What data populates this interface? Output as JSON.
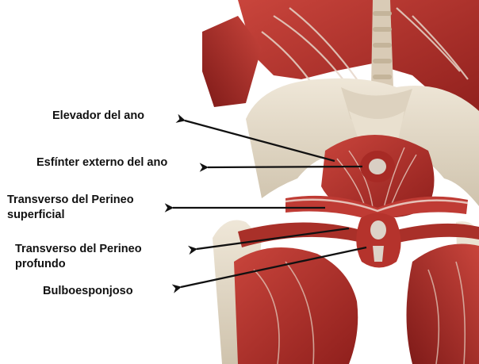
{
  "labels": [
    {
      "text": "Elevador del ano"
    },
    {
      "text": "Esfínter externo del ano"
    },
    {
      "text": "Transverso del Perineo\nsuperficial"
    },
    {
      "text": "Transverso del Perineo\nprofundo"
    },
    {
      "text": "Bulboesponjoso"
    }
  ],
  "colors": {
    "background": "#ffffff",
    "bone": "#e6dccb",
    "muscle": "#b8342e",
    "muscle_dark": "#8f1f1c",
    "tendon": "#efe6dc",
    "arrow": "#111111",
    "label_text": "#111111"
  }
}
